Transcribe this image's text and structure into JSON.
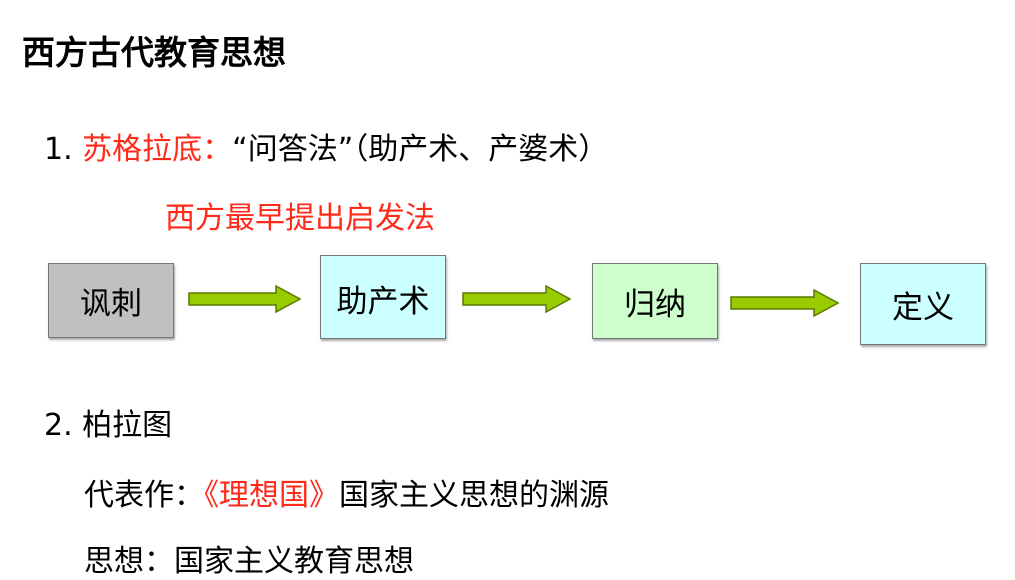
{
  "title": "西方古代教育思想",
  "section1": {
    "number": "1.",
    "name": "苏格拉底：",
    "method": "“问答法”（助产术、产婆术）",
    "note": "西方最早提出启发法"
  },
  "flow": {
    "steps": [
      {
        "label": "讽刺",
        "color": "#c0c0c0"
      },
      {
        "label": "助产术",
        "color": "#ccffff"
      },
      {
        "label": "归纳",
        "color": "#ccffcc"
      },
      {
        "label": "定义",
        "color": "#ccffff"
      }
    ],
    "arrow_color": "#99cc00"
  },
  "section2": {
    "number": "2.",
    "name": "柏拉图",
    "work_label": "代表作：",
    "work_title": "《理想国》",
    "work_desc": "国家主义思想的渊源",
    "thought_label": "思想：",
    "thought": "国家主义教育思想"
  }
}
